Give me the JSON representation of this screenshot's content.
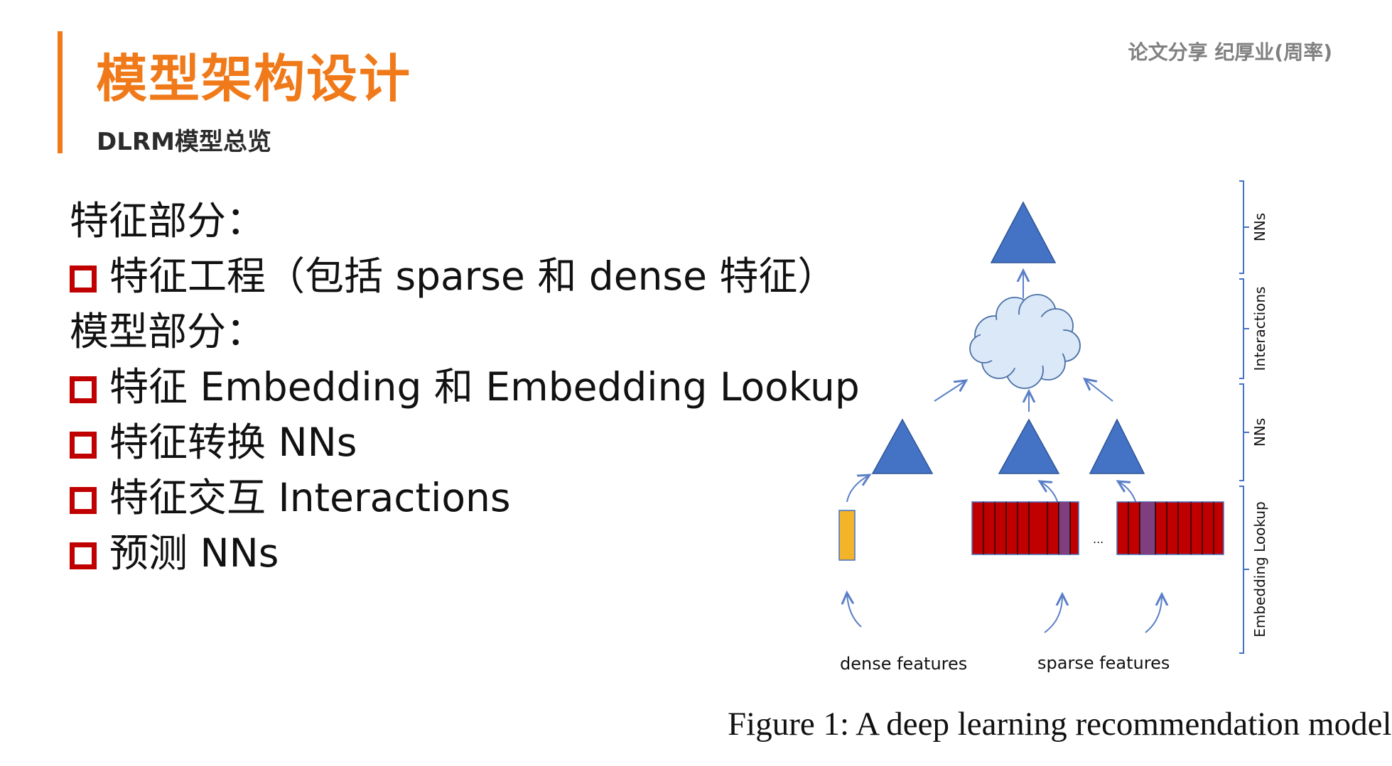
{
  "slide": {
    "title": "模型架构设计",
    "subtitle": "DLRM模型总览",
    "top_right": "论文分享 纪厚业(周率)",
    "accent_color": "#f07a1a",
    "bullet_color": "#c00000"
  },
  "content": {
    "lines": [
      {
        "text": "特征部分：",
        "bullet": false
      },
      {
        "text": "特征工程（包括 sparse 和 dense 特征）",
        "bullet": true
      },
      {
        "text": "模型部分：",
        "bullet": false
      },
      {
        "text": "特征 Embedding 和 Embedding Lookup",
        "bullet": true
      },
      {
        "text": "特征转换 NNs",
        "bullet": true
      },
      {
        "text": "特征交互 Interactions",
        "bullet": true
      },
      {
        "text": "预测 NNs",
        "bullet": true
      }
    ]
  },
  "figure": {
    "labels": {
      "dense_features": "dense features",
      "sparse_features": "sparse features",
      "ellipsis": "...",
      "side_nns_top": "NNs",
      "side_interactions": "Interactions",
      "side_nns_bottom": "NNs",
      "side_embedding_lookup": "Embedding Lookup"
    },
    "caption": "Figure 1: A deep learning recommendation model",
    "colors": {
      "triangle": "#4472c4",
      "cloud": "#dbe8f8",
      "embedding_red": "#c00000",
      "embedding_highlight": "#7f3f7f",
      "dense_bar": "#f4b42a",
      "arrow": "#5b7fc7"
    }
  }
}
